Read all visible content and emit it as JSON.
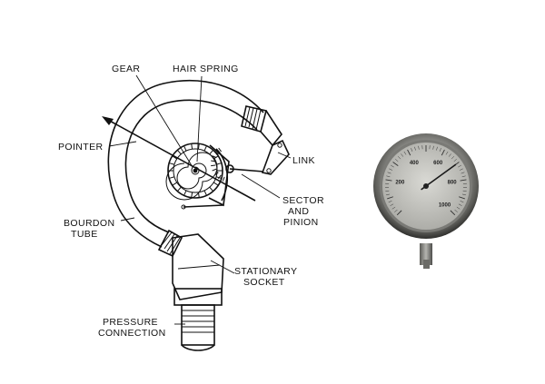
{
  "diagram": {
    "labels": {
      "gear": "GEAR",
      "hair_spring": "HAIR SPRING",
      "pointer": "POINTER",
      "link": "LINK",
      "sector_line1": "SECTOR",
      "sector_line2": "AND",
      "sector_line3": "PINION",
      "bourdon_line1": "BOURDON",
      "bourdon_line2": "TUBE",
      "stationary_line1": "STATIONARY",
      "stationary_line2": "SOCKET",
      "pressure_line1": "PRESSURE",
      "pressure_line2": "CONNECTION"
    }
  },
  "gauge_photo": {
    "dial_numbers": [
      "200",
      "400",
      "600",
      "800",
      "1000"
    ],
    "needle_value": 700,
    "scale_min": 0,
    "scale_max": 1000
  }
}
